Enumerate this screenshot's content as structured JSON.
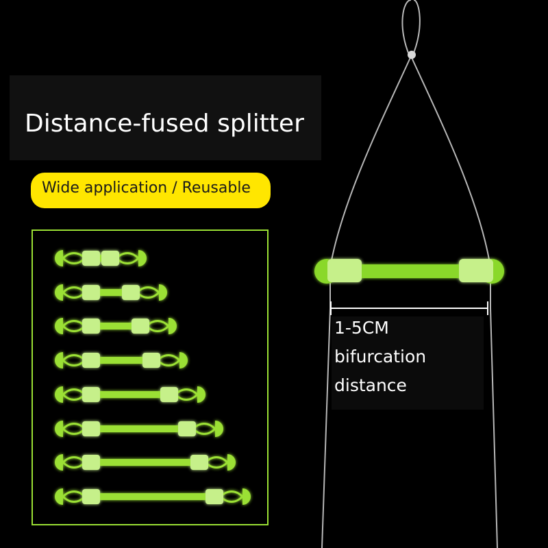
{
  "title": "Distance-fused splitter",
  "badge": "Wide application / Reusable",
  "caption": {
    "line1": "1-5CM",
    "line2": "bifurcation",
    "line3": "distance"
  },
  "colors": {
    "background": "#000000",
    "glow_green": "#9be034",
    "badge_yellow": "#ffe600",
    "line_gray": "#b8b8b8"
  },
  "variant_count": 8
}
